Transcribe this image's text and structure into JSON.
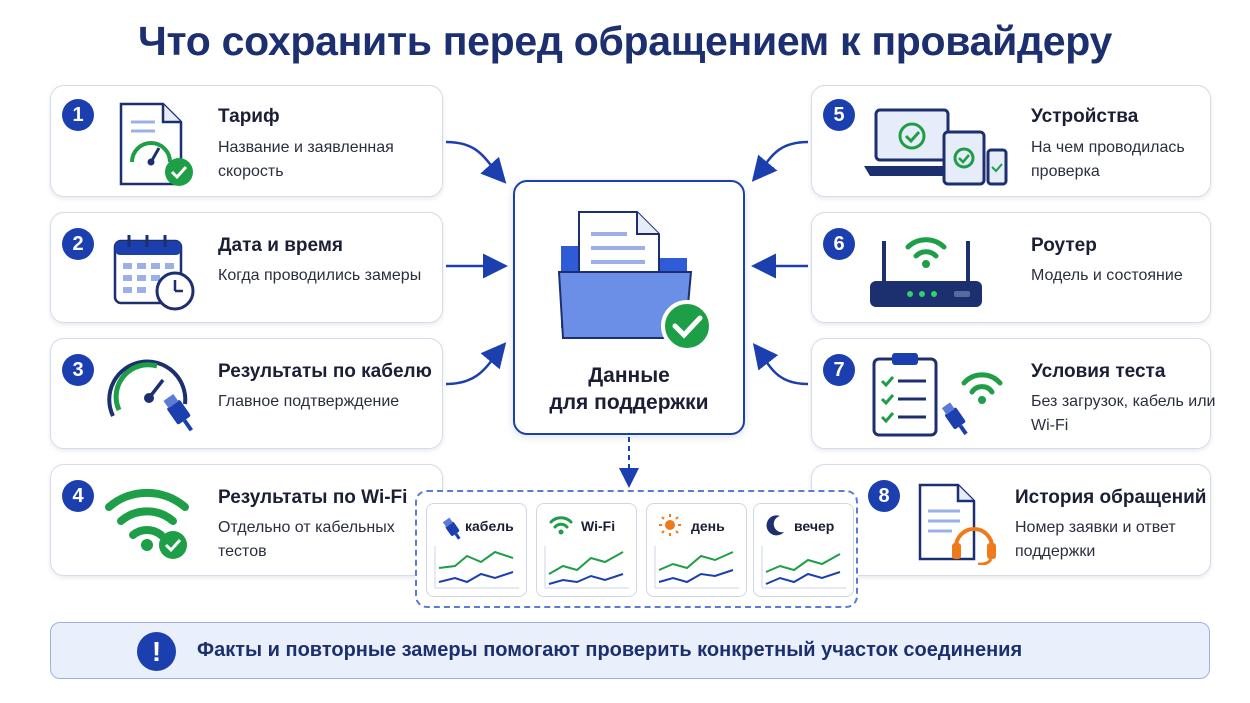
{
  "title": "Что сохранить перед обращением к провайдеру",
  "center": {
    "line1": "Данные",
    "line2": "для поддержки"
  },
  "items": [
    {
      "num": "1",
      "title": "Тариф",
      "desc": "Название и заявленная скорость",
      "icon": "document-gauge-icon"
    },
    {
      "num": "2",
      "title": "Дата и время",
      "desc": "Когда проводились замеры",
      "icon": "calendar-clock-icon"
    },
    {
      "num": "3",
      "title": "Результаты по кабелю",
      "desc": "Главное подтверждение",
      "icon": "speedometer-cable-icon"
    },
    {
      "num": "4",
      "title": "Результаты по Wi-Fi",
      "desc": "Отдельно от кабельных тестов",
      "icon": "wifi-check-icon"
    },
    {
      "num": "5",
      "title": "Устройства",
      "desc": "На чем проводилась проверка",
      "icon": "devices-icon"
    },
    {
      "num": "6",
      "title": "Роутер",
      "desc": "Модель и состояние",
      "icon": "router-icon"
    },
    {
      "num": "7",
      "title": "Условия теста",
      "desc": "Без загрузок, кабель или Wi-Fi",
      "icon": "clipboard-checklist-icon"
    },
    {
      "num": "8",
      "title": "История обращений",
      "desc": "Номер заявки и ответ поддержки",
      "icon": "document-headset-icon"
    }
  ],
  "mini_charts": [
    {
      "label": "кабель",
      "icon": "cable-plug-icon"
    },
    {
      "label": "Wi-Fi",
      "icon": "wifi-icon"
    },
    {
      "label": "день",
      "icon": "sun-icon"
    },
    {
      "label": "вечер",
      "icon": "moon-icon"
    }
  ],
  "banner": {
    "text": "Факты и повторные замеры помогают проверить конкретный участок соединения",
    "icon": "exclamation-icon"
  },
  "colors": {
    "primary": "#1c3faf",
    "accent_green": "#1e9e46",
    "card_border": "#d5dbe8"
  }
}
